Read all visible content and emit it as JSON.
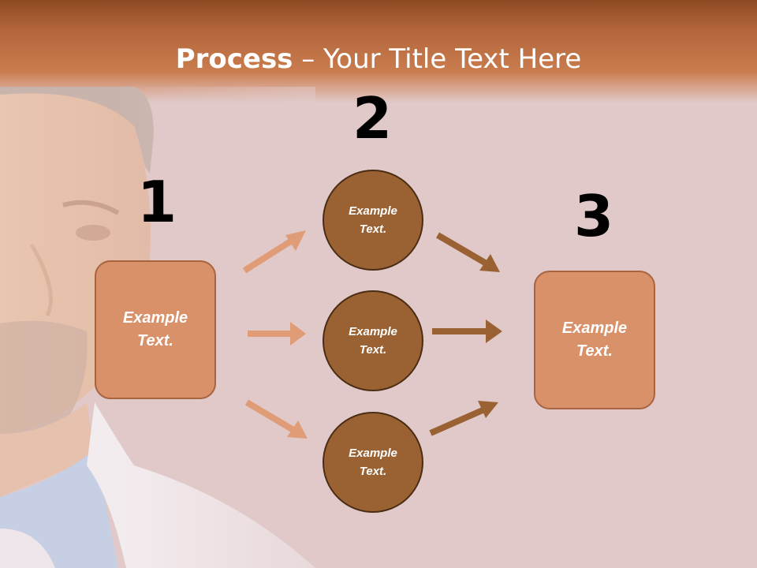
{
  "title": {
    "bold": "Process",
    "rest": " – Your Title Text Here"
  },
  "steps": {
    "one": {
      "number": "1",
      "label": "Example Text."
    },
    "two": {
      "number": "2",
      "circles": [
        {
          "label": "Example Text."
        },
        {
          "label": "Example Text."
        },
        {
          "label": "Example Text."
        }
      ]
    },
    "three": {
      "number": "3",
      "label": "Example Text."
    }
  },
  "colors": {
    "light_arrow": "#e09c76",
    "dark_arrow": "#9a6232",
    "box_fill": "#d9916a",
    "circle_fill": "#9a6232",
    "header": "#a95b2e",
    "background": "#e0c9c8"
  }
}
